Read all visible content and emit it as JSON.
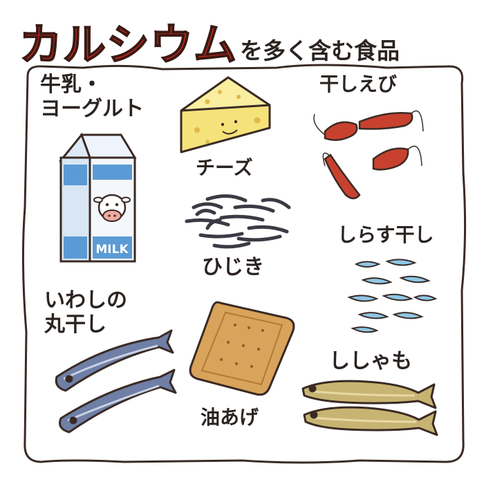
{
  "title": {
    "main": "カルシウム",
    "sub": "を多く含む食品"
  },
  "foods": [
    {
      "label": "牛乳・",
      "label2": "ヨーグルト"
    },
    {
      "label": "チーズ"
    },
    {
      "label": "干しえび"
    },
    {
      "label": "ひじき"
    },
    {
      "label": "しらす干し"
    },
    {
      "label": "いわしの",
      "label2": "丸干し"
    },
    {
      "label": "油あげ"
    },
    {
      "label": "ししゃも"
    }
  ],
  "milk_carton": {
    "text": "MILK"
  },
  "colors": {
    "title_red": "#d9261c",
    "border_dark": "#3a2a24",
    "cheese_yellow": "#f6e27a",
    "milk_blue": "#5b9bd5",
    "shrimp_red": "#c8412e",
    "hijiki_dark": "#3b3a45",
    "whitebait_blue": "#8fc6e6",
    "sardine_blue": "#6f7fa6",
    "aburaage_tan": "#d8a35a",
    "shishamo_olive": "#c7b472"
  }
}
